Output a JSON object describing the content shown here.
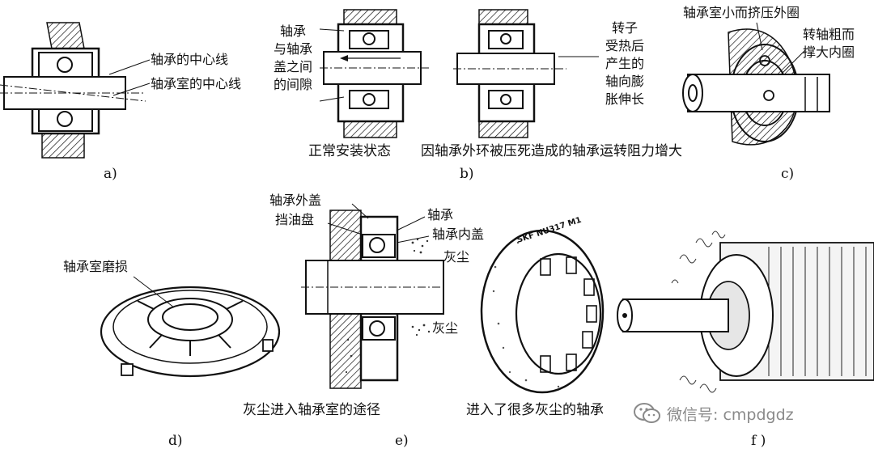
{
  "panels": {
    "a": {
      "caption": "a)",
      "label_bearing_center": "轴承的中心线",
      "label_housing_center": "轴承室的中心线"
    },
    "b": {
      "caption": "b)",
      "label_gap_lines": [
        "轴承",
        "与轴承",
        "盖之间",
        "的间隙"
      ],
      "label_expansion_chars": [
        "转子",
        "受热后",
        "产生的",
        "轴向膨",
        "胀伸长"
      ],
      "text_normal": "正常安装状态",
      "text_stuck": "因轴承外环被压死造成的轴承运转阻力增大"
    },
    "c": {
      "caption": "c)",
      "label_housing_small": "轴承室小而挤压外圈",
      "label_shaft_lines": [
        "转轴粗而",
        "撑大内圈"
      ]
    },
    "d": {
      "caption": "d)",
      "label_wear": "轴承室磨损"
    },
    "e": {
      "caption": "e)",
      "label_outer_cover": "轴承外盖",
      "label_oil_disc": "挡油盘",
      "label_bearing": "轴承",
      "label_inner_cover": "轴承内盖",
      "label_dust_top": "灰尘",
      "label_dust_bottom": "灰尘",
      "text_dust_path": "灰尘进入轴承室的途径"
    },
    "f": {
      "caption": "f )",
      "text_dusty_bearing": "进入了很多灰尘的轴承",
      "ring_marking": "SKF NU317  M1"
    }
  },
  "watermark": {
    "text": "微信号: cmpdgdz",
    "icon": "wechat-icon"
  }
}
